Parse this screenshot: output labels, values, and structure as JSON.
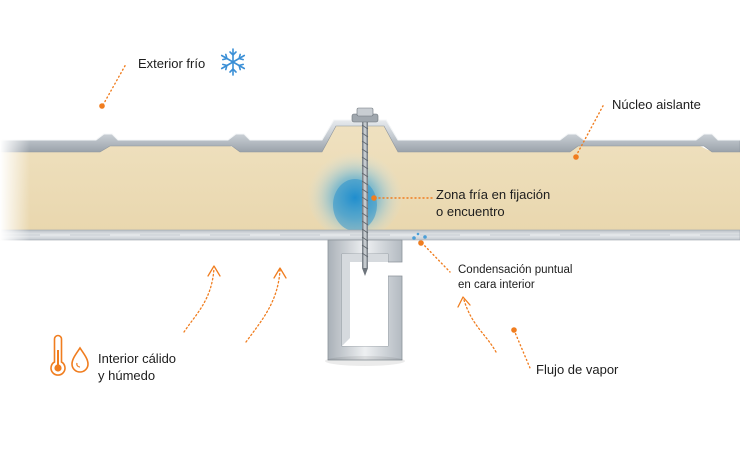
{
  "labels": {
    "exterior": "Exterior frío",
    "nucleo": "Núcleo aislante",
    "zona_line1": "Zona fría en fijación",
    "zona_line2": "o encuentro",
    "condensacion_line1": "Condensación puntual",
    "condensacion_line2": "en cara interior",
    "flujo": "Flujo de vapor",
    "interior_line1": "Interior cálido",
    "interior_line2": "y húmedo"
  },
  "icons": {
    "exterior": "snowflake-icon",
    "interior": [
      "thermometer-icon",
      "water-drop-icon"
    ]
  },
  "colors": {
    "accent": "#f07d1f",
    "ice": "#3a8fd6",
    "cold_zone": "#1e8fd0",
    "core": "#efe0bc",
    "steel": "#c9ced3"
  }
}
